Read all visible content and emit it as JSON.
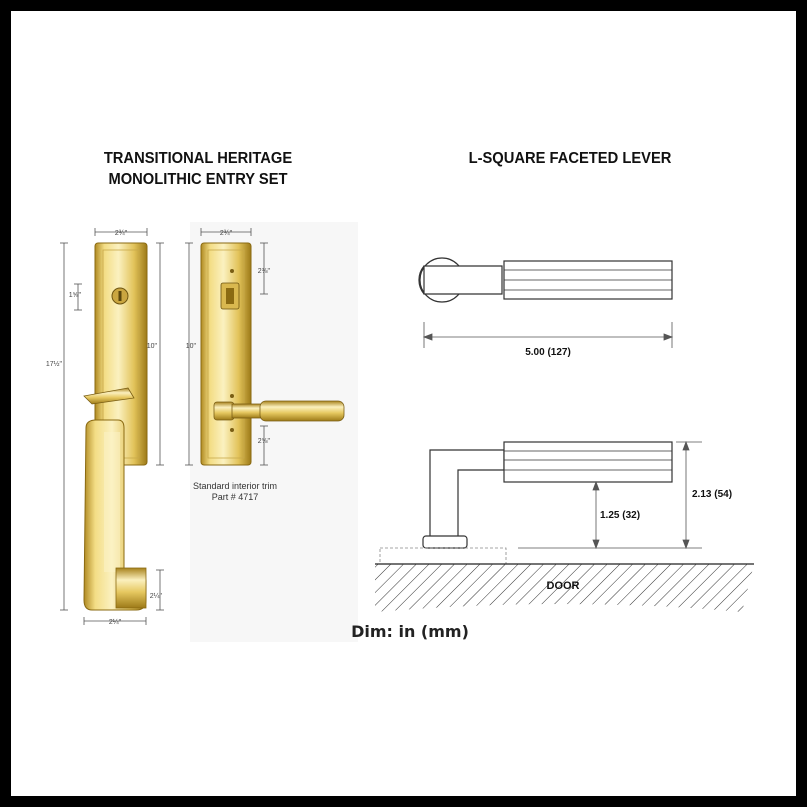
{
  "left_title": {
    "line1": "TRANSITIONAL HERITAGE",
    "line2": "MONOLITHIC ENTRY SET"
  },
  "right_title": "L-SQUARE FACETED LEVER",
  "entry_set": {
    "width_top": "2¾\"",
    "cylinder_offset": "1⅝\"",
    "overall_height": "17½\"",
    "upper_height": "10\"",
    "bottom_square": "2¼\"",
    "width_bottom": "2¼\""
  },
  "interior_trim": {
    "width_top": "2¾\"",
    "top_offset": "2⅜\"",
    "height": "10\"",
    "bottom_offset": "2⅝\"",
    "caption_line1": "Standard interior trim",
    "caption_line2": "Part # 4717"
  },
  "lever_diagram": {
    "length": "5.00 (127)",
    "projection_low": "1.25 (32)",
    "projection_high": "2.13 (54)",
    "door_label": "DOOR"
  },
  "dim_caption": "Dim: in (mm)",
  "colors": {
    "brass_light": "#f6e7a0",
    "brass_mid": "#e3c45a",
    "brass_dark": "#a8821c",
    "line": "#333333",
    "dimension": "#555555"
  }
}
